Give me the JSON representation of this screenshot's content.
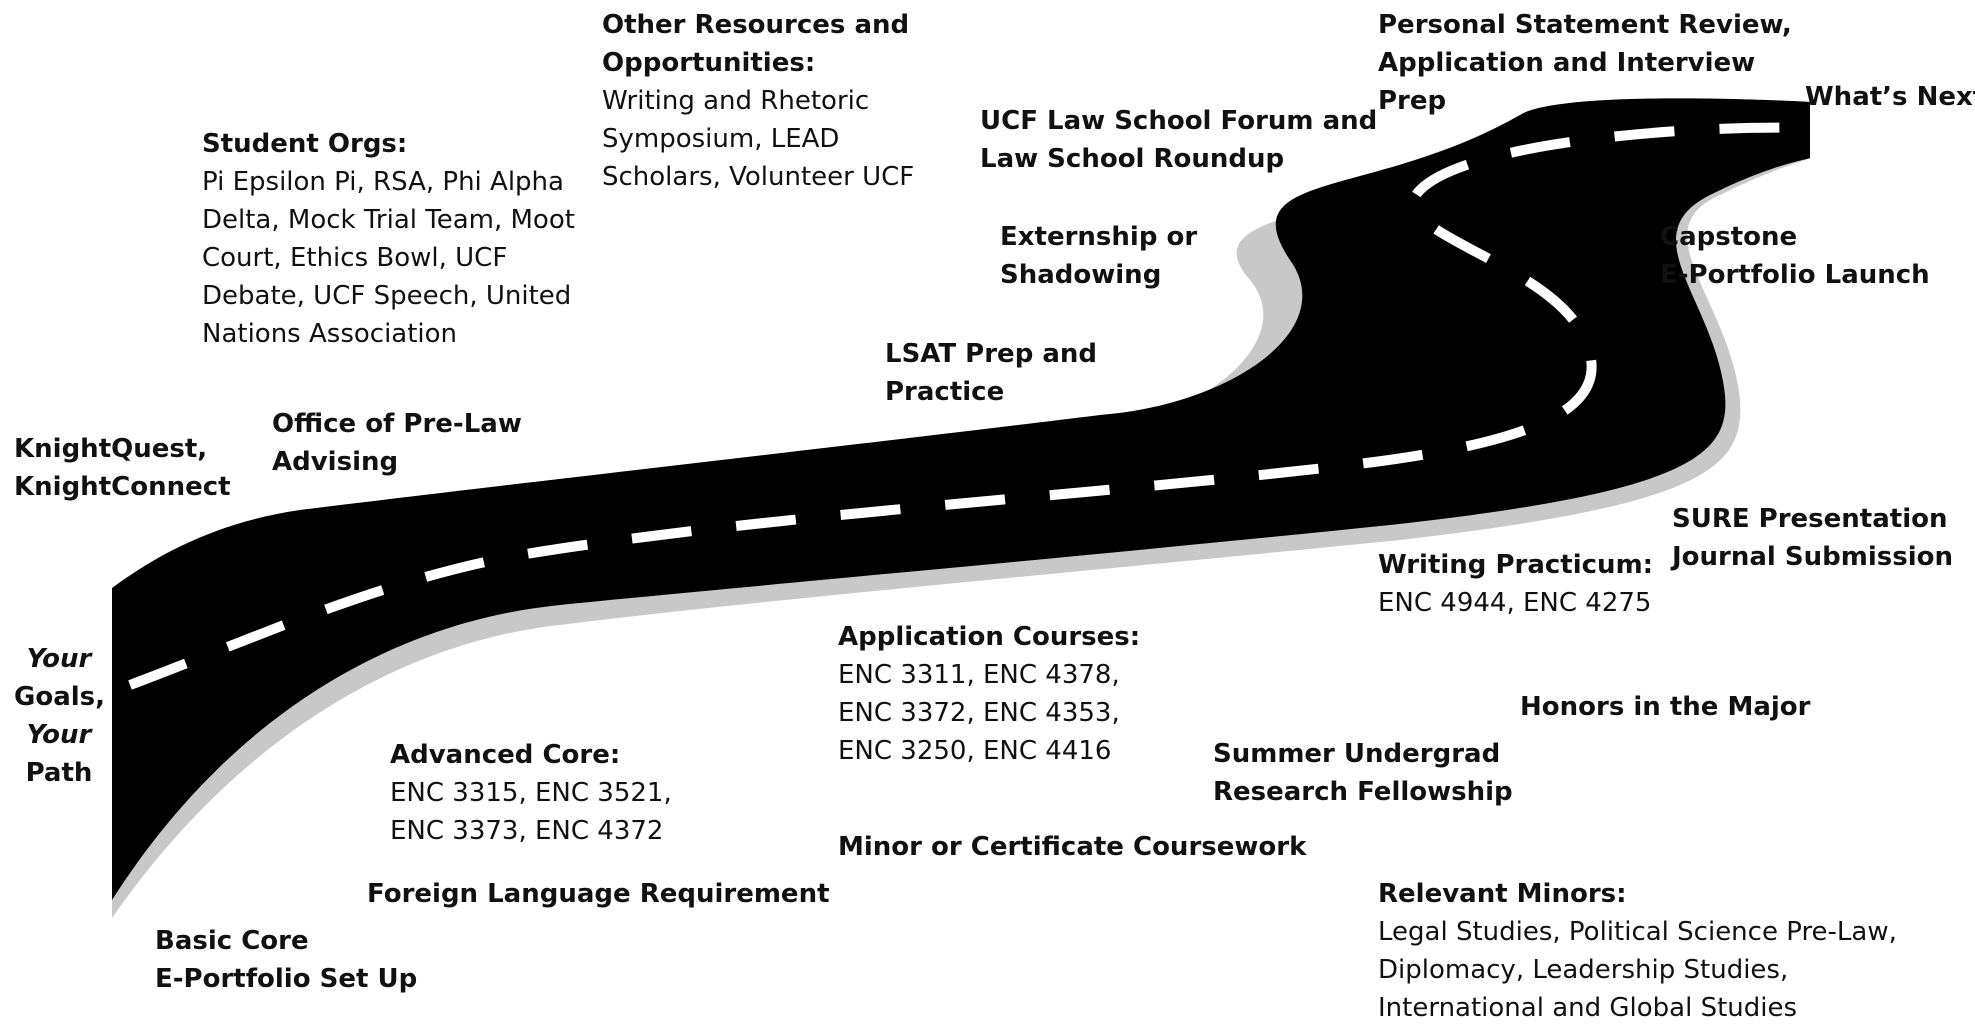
{
  "colors": {
    "road": "#000000",
    "lane_marking": "#ffffff",
    "road_edge": "#c8c8c8",
    "text": "#111111"
  },
  "start": {
    "your1": "Your",
    "goals": "Goals,",
    "your2": "Your",
    "path": "Path"
  },
  "labels": {
    "knightquest": [
      "KnightQuest,",
      "KnightConnect"
    ],
    "prelaw_office": [
      "Office of Pre-Law",
      "Advising"
    ],
    "student_orgs": {
      "heading": "Student Orgs:",
      "lines": [
        "Pi Epsilon Pi, RSA, Phi Alpha",
        "Delta, Mock Trial Team, Moot",
        "Court, Ethics Bowl, UCF",
        "Debate, UCF Speech, United",
        "Nations Association"
      ]
    },
    "other_resources": {
      "heading": [
        "Other Resources and",
        "Opportunities:"
      ],
      "lines": [
        "Writing and Rhetoric",
        "Symposium, LEAD",
        "Scholars, Volunteer UCF"
      ]
    },
    "lsat": [
      "LSAT Prep and",
      "Practice"
    ],
    "externship": [
      "Externship or",
      "Shadowing"
    ],
    "law_forum": [
      "UCF Law School Forum and",
      "Law School Roundup"
    ],
    "personal_statement": [
      "Personal Statement Review,",
      "Application and Interview",
      "Prep"
    ],
    "whats_next": "What’s Next",
    "capstone": [
      "Capstone",
      "E-Portfolio Launch"
    ],
    "sure": [
      "SURE Presentation",
      "Journal Submission"
    ],
    "writing_practicum": {
      "heading": "Writing Practicum:",
      "lines": [
        "ENC 4944, ENC 4275"
      ]
    },
    "honors": "Honors in the Major",
    "summer_fellowship": [
      "Summer Undergrad",
      "Research Fellowship"
    ],
    "application_courses": {
      "heading": "Application Courses:",
      "lines": [
        "ENC 3311, ENC 4378,",
        "ENC 3372, ENC 4353,",
        "ENC 3250, ENC 4416"
      ]
    },
    "minor_coursework": "Minor or Certificate Coursework",
    "advanced_core": {
      "heading": "Advanced Core:",
      "lines": [
        "ENC 3315, ENC 3521,",
        "ENC 3373, ENC 4372"
      ]
    },
    "foreign_language": "Foreign Language Requirement",
    "basic_core": [
      "Basic Core",
      "E-Portfolio Set Up"
    ],
    "relevant_minors": {
      "heading": "Relevant Minors:",
      "lines": [
        "Legal Studies, Political Science Pre-Law,",
        "Diplomacy, Leadership Studies,",
        "International and Global Studies"
      ]
    }
  }
}
